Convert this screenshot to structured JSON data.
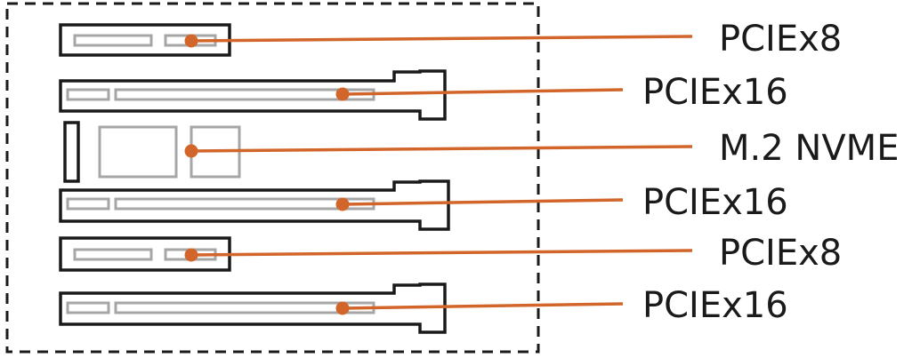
{
  "diagram": {
    "colors": {
      "outline": "#1a1a1a",
      "slot_inner": "#a6a6a6",
      "leader": "#d2652a",
      "text": "#1a1a1a",
      "background": "#ffffff"
    },
    "labels": {
      "slot1": "PCIEx8",
      "slot2": "PCIEx16",
      "m2": "M.2 NVME",
      "slot3": "PCIEx16",
      "slot4": "PCIEx8",
      "slot5": "PCIEx16"
    }
  }
}
